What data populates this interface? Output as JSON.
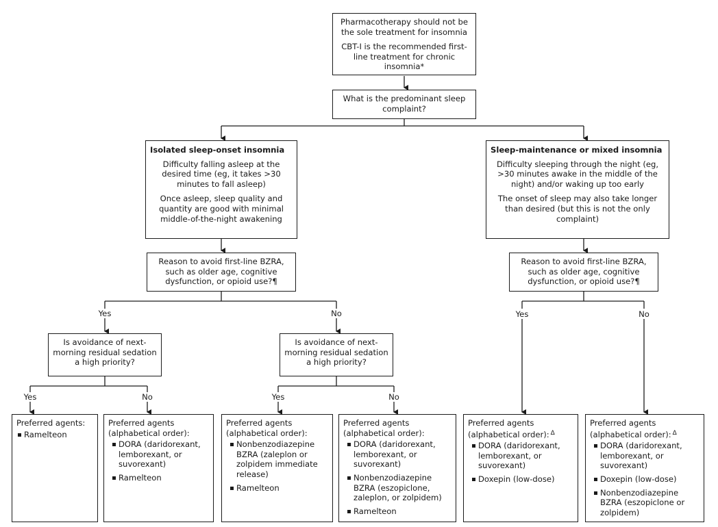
{
  "top": {
    "line1": "Pharmacotherapy should not be the sole treatment for insomnia",
    "line2": "CBT-I is the recommended first-line treatment for chronic insomnia*"
  },
  "complaint": "What is the predominant sleep complaint?",
  "onset": {
    "title": "Isolated sleep-onset insomnia",
    "p1": "Difficulty falling asleep at the desired time (eg, it takes >30 minutes to fall asleep)",
    "p2": "Once asleep, sleep quality and quantity are good with minimal middle-of-the-night awakening"
  },
  "maint": {
    "title": "Sleep-maintenance or mixed insomnia",
    "p1": "Difficulty sleeping through the night (eg, >30 minutes awake in the middle of the night) and/or waking up too early",
    "p2": "The onset of sleep may also take longer than desired (but this is not the only complaint)"
  },
  "avoid_q": "Reason to avoid first-line BZRA, such as older age, cognitive dysfunction, or opioid use?¶",
  "sedation_q": "Is avoidance of next-morning residual sedation a high priority?",
  "labels": {
    "yes": "Yes",
    "no": "No"
  },
  "leaves": {
    "a": {
      "title": "Preferred agents:",
      "items": [
        "Ramelteon"
      ]
    },
    "b": {
      "title": "Preferred agents (alphabetical order):",
      "items": [
        "DORA (daridorexant, lemborexant, or suvorexant)",
        "Ramelteon"
      ]
    },
    "c": {
      "title": "Preferred agents (alphabetical order):",
      "items": [
        "Nonbenzodiazepine BZRA (zaleplon or zolpidem immediate release)",
        "Ramelteon"
      ]
    },
    "d": {
      "title": "Preferred agents (alphabetical order):",
      "items": [
        "DORA (daridorexant, lemborexant, or suvorexant)",
        "Nonbenzodiazepine BZRA (eszopiclone, zaleplon, or zolpidem)",
        "Ramelteon"
      ]
    },
    "e": {
      "title": "Preferred agents (alphabetical order):",
      "sup": "Δ",
      "items": [
        "DORA (daridorexant, lemborexant, or suvorexant)",
        "Doxepin (low-dose)"
      ]
    },
    "f": {
      "title": "Preferred agents (alphabetical order):",
      "sup": "Δ",
      "items": [
        "DORA (daridorexant, lemborexant, or suvorexant)",
        "Doxepin (low-dose)",
        "Nonbenzodiazepine BZRA (eszopiclone or zolpidem)"
      ]
    }
  }
}
